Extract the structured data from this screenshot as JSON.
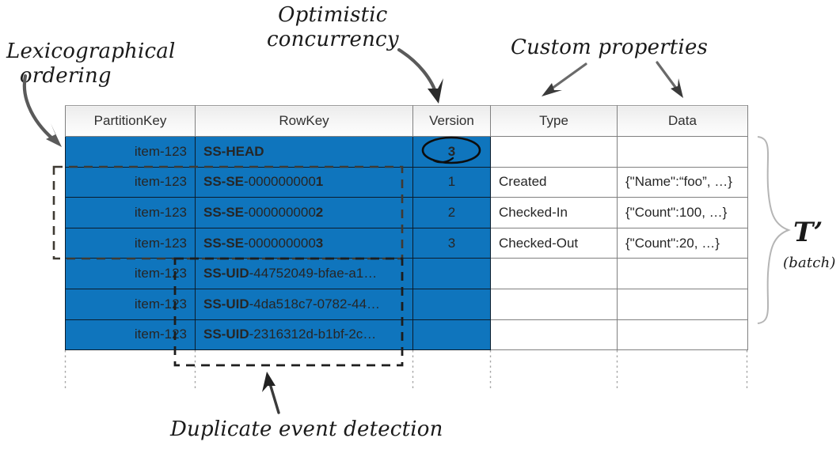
{
  "table": {
    "columns": [
      "PartitionKey",
      "RowKey",
      "Version",
      "Type",
      "Data"
    ],
    "rows": [
      {
        "partition_key": "item-123",
        "rowkey_prefix": "SS-HEAD",
        "rowkey_mid": "",
        "rowkey_last": "",
        "version": "3",
        "type": "",
        "data": "",
        "highlight": "pk,rk,ver"
      },
      {
        "partition_key": "item-123",
        "rowkey_prefix": "SS-SE",
        "rowkey_mid": "-000000000",
        "rowkey_last": "1",
        "version": "1",
        "type": "Created",
        "data": "{\"Name\":“foo”, …}",
        "highlight": "pk,rk,ver"
      },
      {
        "partition_key": "item-123",
        "rowkey_prefix": "SS-SE",
        "rowkey_mid": "-000000000",
        "rowkey_last": "2",
        "version": "2",
        "type": "Checked-In",
        "data": "{\"Count\":100, …}",
        "highlight": "pk,rk,ver"
      },
      {
        "partition_key": "item-123",
        "rowkey_prefix": "SS-SE",
        "rowkey_mid": "-000000000",
        "rowkey_last": "3",
        "version": "3",
        "type": "Checked-Out",
        "data": "{\"Count\":20, …}",
        "highlight": "pk,rk,ver"
      },
      {
        "partition_key": "item-123",
        "rowkey_prefix": "SS-UID",
        "rowkey_mid": "-44752049-bfae-a1…",
        "rowkey_last": "",
        "version": "",
        "type": "",
        "data": "",
        "highlight": "pk,rk,ver"
      },
      {
        "partition_key": "item-123",
        "rowkey_prefix": "SS-UID",
        "rowkey_mid": "-4da518c7-0782-44…",
        "rowkey_last": "",
        "version": "",
        "type": "",
        "data": "",
        "highlight": "pk,rk,ver"
      },
      {
        "partition_key": "item-123",
        "rowkey_prefix": "SS-UID",
        "rowkey_mid": "-2316312d-b1bf-2c…",
        "rowkey_last": "",
        "version": "",
        "type": "",
        "data": "",
        "highlight": "pk,rk,ver"
      }
    ]
  },
  "annotations": {
    "lexicographical": "Lexicographical\n  ordering",
    "optimistic": "Optimistic\nconcurrency",
    "custom_properties": "Custom properties",
    "duplicate": "Duplicate event detection",
    "batch_symbol": "T’",
    "batch_sub": "(batch)"
  },
  "colors": {
    "highlight_blue": "#0f75bd",
    "header_gray": "#f2f2f2",
    "grid_line": "#808080",
    "annotation_ink": "#1a1a1a",
    "dashed_box": "#3f3a33",
    "guide_dotted": "#a6a6a6",
    "brace": "#b0b0b0"
  }
}
